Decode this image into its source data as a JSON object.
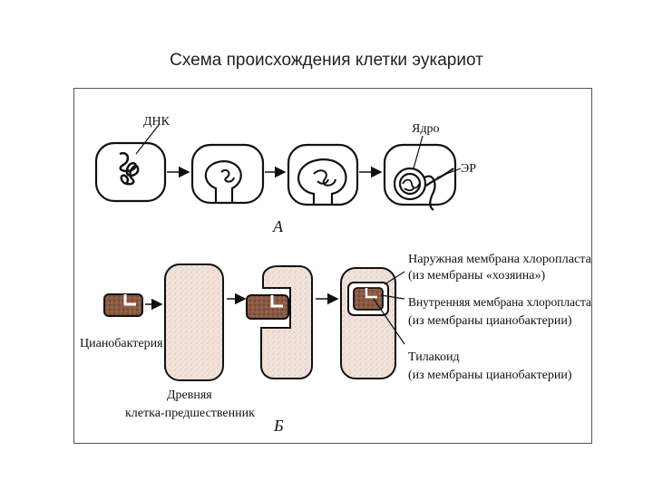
{
  "title": "Схема происхождения клетки эукариот",
  "panel_a": {
    "letter": "А",
    "labels": {
      "dna": "ДНК",
      "nucleus": "Ядро",
      "er": "ЭР"
    }
  },
  "panel_b": {
    "letter": "Б",
    "labels": {
      "cyanobacterium": "Цианобактерия",
      "ancient_cell_line1": "Древняя",
      "ancient_cell_line2": "клетка-предшественник",
      "outer_membrane_line1": "Наружная мембрана хлоропласта",
      "outer_membrane_line2": "(из мембраны «хозяина»)",
      "inner_membrane_line1": "Внутренняя мембрана хлоропласта",
      "inner_membrane_line2": "(из мембраны цианобактерии)",
      "thylakoid_line1": "Тилакоид",
      "thylakoid_line2": "(из мембраны цианобактерии)"
    }
  },
  "colors": {
    "cyanobacterium_fill": "#8a5a44",
    "ancient_cell_fill": "#f1e3db",
    "line": "#111111"
  }
}
